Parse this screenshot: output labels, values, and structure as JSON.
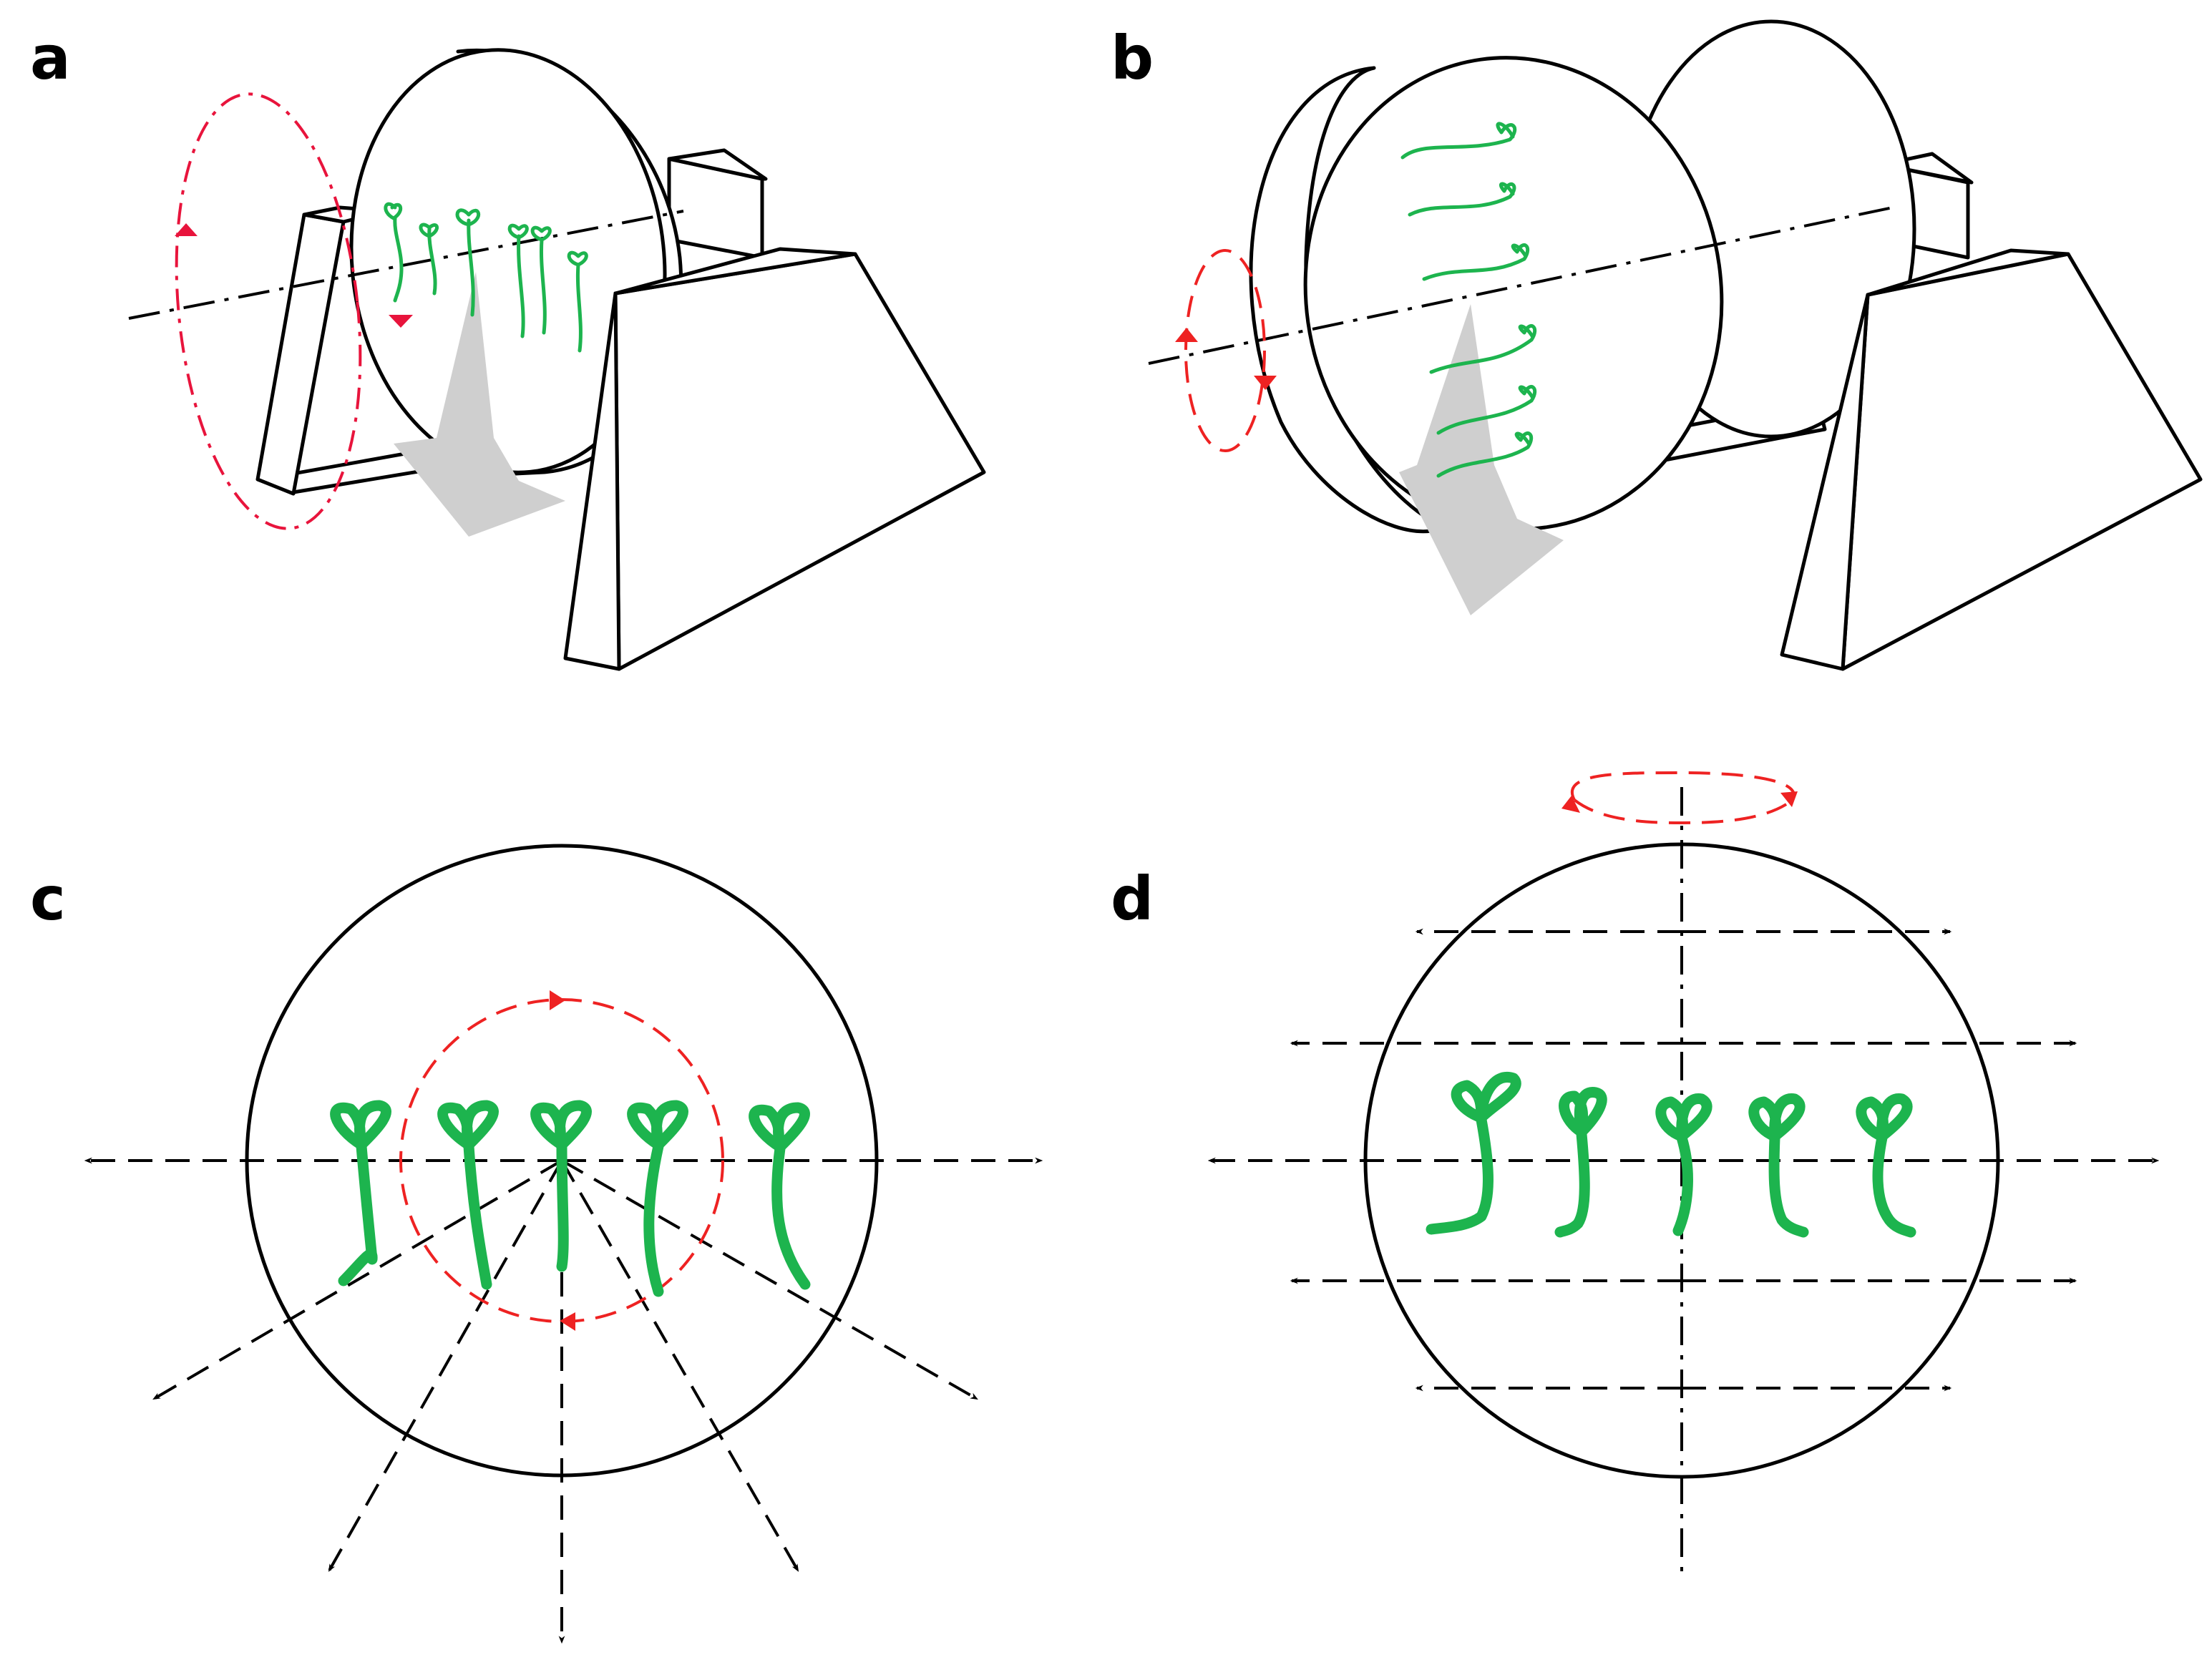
{
  "panels": [
    {
      "id": "a",
      "label": "a"
    },
    {
      "id": "b",
      "label": "b"
    },
    {
      "id": "c",
      "label": "c"
    },
    {
      "id": "d",
      "label": "d"
    }
  ],
  "colors": {
    "seedling": "#1db44e",
    "rotation": "#e8143c",
    "gravity_arrow": "#cfcfcf",
    "outline": "#000000"
  }
}
